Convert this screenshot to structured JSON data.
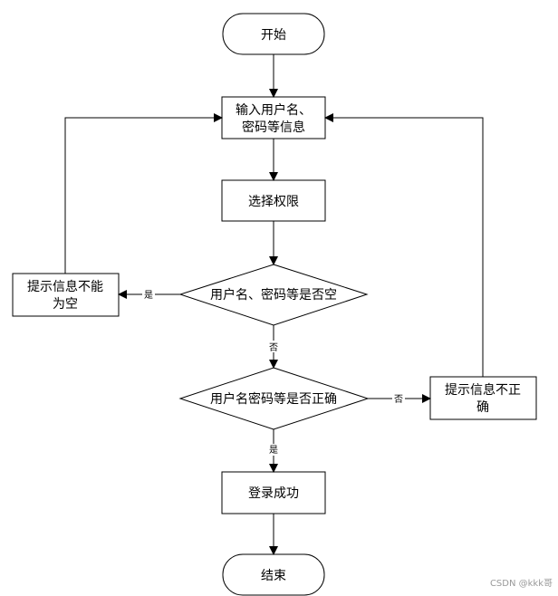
{
  "nodes": {
    "start": "开始",
    "input": [
      "输入用户名、",
      "密码等信息"
    ],
    "select": "选择权限",
    "check_empty": "用户名、密码等是否空",
    "empty_msg": [
      "提示信息不能",
      "为空"
    ],
    "check_correct": "用户名密码等是否正确",
    "incorrect_msg": [
      "提示信息不正",
      "确"
    ],
    "success": "登录成功",
    "end": "结束"
  },
  "edges": {
    "yes1": "是",
    "no1": "否",
    "no2": "否",
    "yes2": "是"
  },
  "watermark": "CSDN @kkk哥"
}
